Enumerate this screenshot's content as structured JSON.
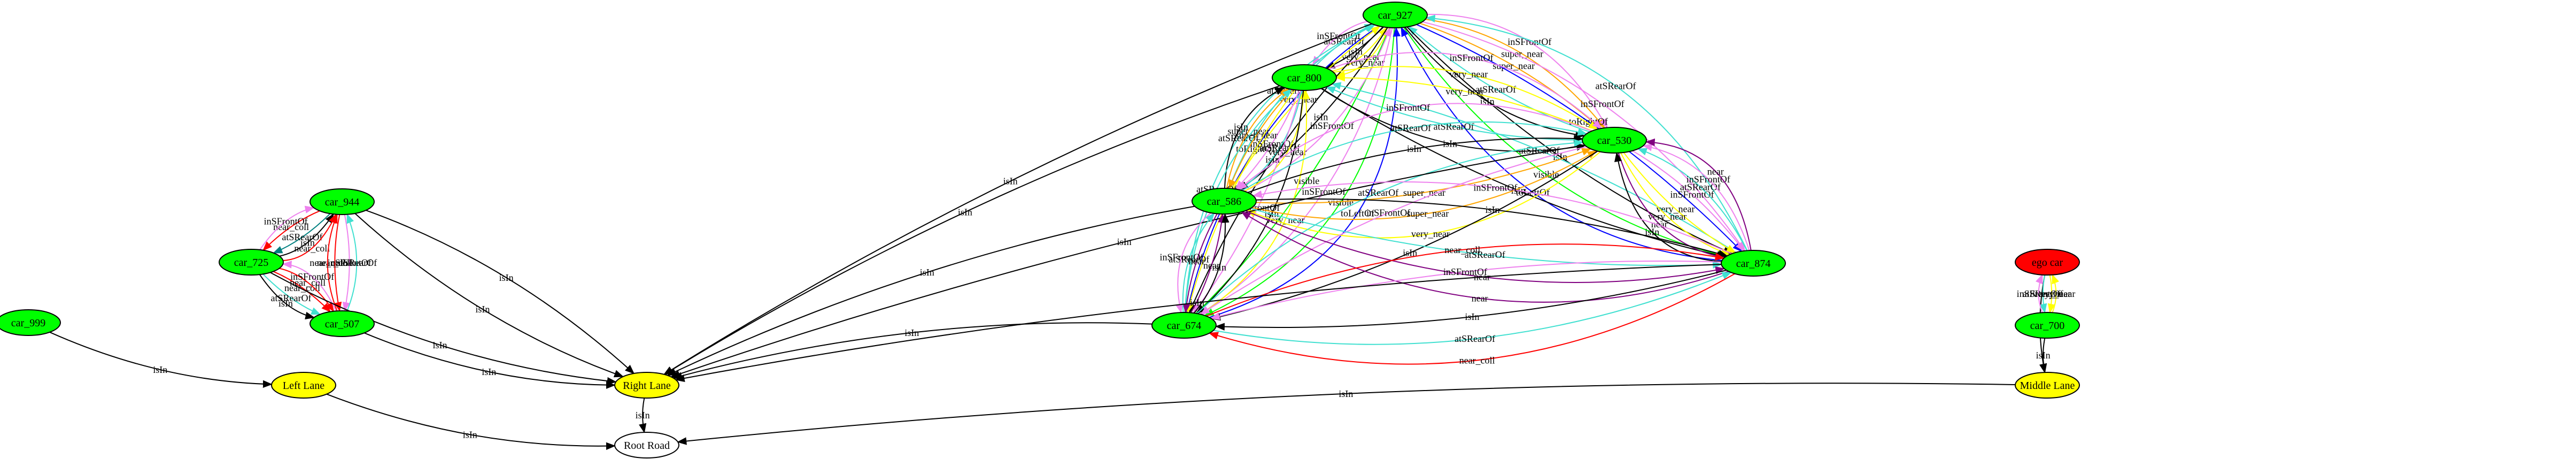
{
  "graph": {
    "nodes": [
      {
        "id": "car_927",
        "label": "car_927",
        "fill": "#00ff00"
      },
      {
        "id": "car_800",
        "label": "car_800",
        "fill": "#00ff00"
      },
      {
        "id": "car_530",
        "label": "car_530",
        "fill": "#00ff00"
      },
      {
        "id": "car_586",
        "label": "car_586",
        "fill": "#00ff00"
      },
      {
        "id": "car_944",
        "label": "car_944",
        "fill": "#00ff00"
      },
      {
        "id": "car_725",
        "label": "car_725",
        "fill": "#00ff00"
      },
      {
        "id": "car_874",
        "label": "car_874",
        "fill": "#00ff00"
      },
      {
        "id": "car_507",
        "label": "car_507",
        "fill": "#00ff00"
      },
      {
        "id": "car_674",
        "label": "car_674",
        "fill": "#00ff00"
      },
      {
        "id": "car_999",
        "label": "car_999",
        "fill": "#00ff00"
      },
      {
        "id": "car_700",
        "label": "car_700",
        "fill": "#00ff00"
      },
      {
        "id": "ego_car",
        "label": "ego car",
        "fill": "#ff0000"
      },
      {
        "id": "left_lane",
        "label": "Left Lane",
        "fill": "#ffff00"
      },
      {
        "id": "right_lane",
        "label": "Right Lane",
        "fill": "#ffff00"
      },
      {
        "id": "middle_lane",
        "label": "Middle Lane",
        "fill": "#ffff00"
      },
      {
        "id": "root_road",
        "label": "Root Road",
        "fill": "#ffffff"
      }
    ],
    "edges": [
      {
        "from": "car_927",
        "to": "car_800",
        "label": "isIn",
        "color": "#000000"
      },
      {
        "from": "car_800",
        "to": "car_927",
        "label": "atSRearOf",
        "color": "#40e0d0"
      },
      {
        "from": "car_800",
        "to": "car_927",
        "label": "very_near",
        "color": "#ffff00"
      },
      {
        "from": "car_927",
        "to": "car_800",
        "label": "inSFrontOf",
        "color": "#ee82ee"
      },
      {
        "from": "car_927",
        "to": "car_800",
        "label": "very_near",
        "color": "#ffff00"
      },
      {
        "from": "car_927",
        "to": "car_530",
        "label": "super_near",
        "color": "#ffa500"
      },
      {
        "from": "car_530",
        "to": "car_927",
        "label": "atSRearOf",
        "color": "#40e0d0"
      },
      {
        "from": "car_927",
        "to": "car_530",
        "label": "super_near",
        "color": "#ffa500"
      },
      {
        "from": "car_927",
        "to": "car_530",
        "label": "isIn",
        "color": "#000000"
      },
      {
        "from": "car_927",
        "to": "car_530",
        "label": "inSFrontOf",
        "color": "#ee82ee"
      },
      {
        "from": "car_927",
        "to": "car_874",
        "label": "toRightOf",
        "color": "#0000ff"
      },
      {
        "from": "car_927",
        "to": "car_874",
        "label": "isIn",
        "color": "#000000"
      },
      {
        "from": "car_927",
        "to": "car_874",
        "label": "inSFrontOf",
        "color": "#ee82ee"
      },
      {
        "from": "car_927",
        "to": "car_874",
        "label": "visible",
        "color": "#00ff00"
      },
      {
        "from": "car_874",
        "to": "car_927",
        "label": "atSRearOf",
        "color": "#40e0d0"
      },
      {
        "from": "car_874",
        "to": "car_927",
        "label": "toLeftOf",
        "color": "#0000ff"
      },
      {
        "from": "car_927",
        "to": "car_674",
        "label": "visible",
        "color": "#00ff00"
      },
      {
        "from": "car_927",
        "to": "car_674",
        "label": "isIn",
        "color": "#000000"
      },
      {
        "from": "car_927",
        "to": "car_674",
        "label": "inSFrontOf",
        "color": "#ee82ee"
      },
      {
        "from": "car_927",
        "to": "car_674",
        "label": "toRightOf",
        "color": "#0000ff"
      },
      {
        "from": "car_927",
        "to": "car_674",
        "label": "visible",
        "color": "#00ff00"
      },
      {
        "from": "car_674",
        "to": "car_927",
        "label": "atSRearOf",
        "color": "#40e0d0"
      },
      {
        "from": "car_674",
        "to": "car_927",
        "label": "toLeftOf",
        "color": "#0000ff"
      },
      {
        "from": "car_927",
        "to": "car_586",
        "label": "isIn",
        "color": "#000000"
      },
      {
        "from": "car_586",
        "to": "car_927",
        "label": "very_near",
        "color": "#ffff00"
      },
      {
        "from": "car_586",
        "to": "car_927",
        "label": "inSFrontOf",
        "color": "#ee82ee"
      },
      {
        "from": "car_586",
        "to": "car_927",
        "label": "atSRearOf",
        "color": "#40e0d0"
      },
      {
        "from": "car_927",
        "to": "right_lane",
        "label": "isIn",
        "color": "#000000"
      },
      {
        "from": "car_800",
        "to": "car_586",
        "label": "inSFrontOf",
        "color": "#ee82ee"
      },
      {
        "from": "car_800",
        "to": "car_586",
        "label": "super_near",
        "color": "#ffa500"
      },
      {
        "from": "car_586",
        "to": "car_800",
        "label": "atSRearOf",
        "color": "#40e0d0"
      },
      {
        "from": "car_586",
        "to": "car_800",
        "label": "super_near",
        "color": "#ffa500"
      },
      {
        "from": "car_586",
        "to": "car_800",
        "label": "very_near",
        "color": "#ffff00"
      },
      {
        "from": "car_586",
        "to": "car_800",
        "label": "isIn",
        "color": "#000000"
      },
      {
        "from": "car_530",
        "to": "car_800",
        "label": "very_near",
        "color": "#ffff00"
      },
      {
        "from": "car_530",
        "to": "car_800",
        "label": "atSRearOf",
        "color": "#40e0d0"
      },
      {
        "from": "car_800",
        "to": "car_530",
        "label": "very_near",
        "color": "#ffff00"
      },
      {
        "from": "car_800",
        "to": "car_530",
        "label": "isIn",
        "color": "#000000"
      },
      {
        "from": "car_800",
        "to": "car_530",
        "label": "inSFrontOf",
        "color": "#ee82ee"
      },
      {
        "from": "car_800",
        "to": "car_874",
        "label": "isIn",
        "color": "#000000"
      },
      {
        "from": "car_874",
        "to": "car_800",
        "label": "atSRearOf",
        "color": "#40e0d0"
      },
      {
        "from": "car_800",
        "to": "car_674",
        "label": "inSFrontOf",
        "color": "#ee82ee"
      },
      {
        "from": "car_800",
        "to": "car_674",
        "label": "very_near",
        "color": "#ffff00"
      },
      {
        "from": "car_800",
        "to": "car_674",
        "label": "isIn",
        "color": "#000000"
      },
      {
        "from": "car_674",
        "to": "car_800",
        "label": "atSRearOf",
        "color": "#40e0d0"
      },
      {
        "from": "car_674",
        "to": "car_800",
        "label": "very_near",
        "color": "#ffff00"
      },
      {
        "from": "car_800",
        "to": "right_lane",
        "label": "isIn",
        "color": "#000000"
      },
      {
        "from": "car_586",
        "to": "car_530",
        "label": "isIn",
        "color": "#000000"
      },
      {
        "from": "car_586",
        "to": "car_530",
        "label": "super_near",
        "color": "#ffa500"
      },
      {
        "from": "car_586",
        "to": "car_530",
        "label": "atSRearOf",
        "color": "#40e0d0"
      },
      {
        "from": "car_586",
        "to": "car_530",
        "label": "super_near",
        "color": "#ffa500"
      },
      {
        "from": "car_530",
        "to": "car_586",
        "label": "inSFrontOf",
        "color": "#ee82ee"
      },
      {
        "from": "car_530",
        "to": "car_586",
        "label": "very_near",
        "color": "#ffff00"
      },
      {
        "from": "car_530",
        "to": "car_874",
        "label": "very_near",
        "color": "#ffff00"
      },
      {
        "from": "car_530",
        "to": "car_874",
        "label": "inSFrontOf",
        "color": "#ee82ee"
      },
      {
        "from": "car_530",
        "to": "car_874",
        "label": "very_near",
        "color": "#ffff00"
      },
      {
        "from": "car_874",
        "to": "car_530",
        "label": "atSRearOf",
        "color": "#40e0d0"
      },
      {
        "from": "car_530",
        "to": "car_874",
        "label": "near",
        "color": "#800080"
      },
      {
        "from": "car_874",
        "to": "car_530",
        "label": "inSFrontOf",
        "color": "#ee82ee"
      },
      {
        "from": "car_874",
        "to": "car_530",
        "label": "isIn",
        "color": "#000000"
      },
      {
        "from": "car_874",
        "to": "car_530",
        "label": "near",
        "color": "#800080"
      },
      {
        "from": "car_530",
        "to": "car_674",
        "label": "inSFrontOf",
        "color": "#ee82ee"
      },
      {
        "from": "car_530",
        "to": "car_674",
        "label": "isIn",
        "color": "#000000"
      },
      {
        "from": "car_674",
        "to": "car_530",
        "label": "atSRearOf",
        "color": "#40e0d0"
      },
      {
        "from": "car_530",
        "to": "right_lane",
        "label": "isIn",
        "color": "#000000"
      },
      {
        "from": "car_586",
        "to": "car_874",
        "label": "atSRearOf",
        "color": "#40e0d0"
      },
      {
        "from": "car_586",
        "to": "car_874",
        "label": "isIn",
        "color": "#000000"
      },
      {
        "from": "car_586",
        "to": "car_874",
        "label": "near",
        "color": "#800080"
      },
      {
        "from": "car_874",
        "to": "car_586",
        "label": "inSFrontOf",
        "color": "#ee82ee"
      },
      {
        "from": "car_874",
        "to": "car_586",
        "label": "near",
        "color": "#800080"
      },
      {
        "from": "car_586",
        "to": "car_674",
        "label": "near",
        "color": "#800080"
      },
      {
        "from": "car_674",
        "to": "car_586",
        "label": "near",
        "color": "#800080"
      },
      {
        "from": "car_674",
        "to": "car_586",
        "label": "atSRearOf",
        "color": "#40e0d0"
      },
      {
        "from": "car_674",
        "to": "car_586",
        "label": "isIn",
        "color": "#000000"
      },
      {
        "from": "car_586",
        "to": "car_674",
        "label": "inSFrontOf",
        "color": "#ee82ee"
      },
      {
        "from": "car_586",
        "to": "right_lane",
        "label": "isIn",
        "color": "#000000"
      },
      {
        "from": "car_874",
        "to": "car_674",
        "label": "isIn",
        "color": "#000000"
      },
      {
        "from": "car_874",
        "to": "car_674",
        "label": "inSFrontOf",
        "color": "#ee82ee"
      },
      {
        "from": "car_674",
        "to": "car_874",
        "label": "atSRearOf",
        "color": "#40e0d0"
      },
      {
        "from": "car_674",
        "to": "car_874",
        "label": "near_coll",
        "color": "#ff0000"
      },
      {
        "from": "car_874",
        "to": "car_674",
        "label": "near_coll",
        "color": "#ff0000"
      },
      {
        "from": "car_874",
        "to": "right_lane",
        "label": "isIn",
        "color": "#000000"
      },
      {
        "from": "car_674",
        "to": "right_lane",
        "label": "isIn",
        "color": "#000000"
      },
      {
        "from": "car_944",
        "to": "car_725",
        "label": "atSRearOf",
        "color": "#008080"
      },
      {
        "from": "car_944",
        "to": "car_725",
        "label": "near_coll",
        "color": "#ff0000"
      },
      {
        "from": "car_725",
        "to": "car_944",
        "label": "isIn",
        "color": "#000000"
      },
      {
        "from": "car_725",
        "to": "car_944",
        "label": "inSFrontOf",
        "color": "#ee82ee"
      },
      {
        "from": "car_725",
        "to": "car_944",
        "label": "near_coll",
        "color": "#ff0000"
      },
      {
        "from": "car_944",
        "to": "car_507",
        "label": "inSFrontOf",
        "color": "#ee82ee"
      },
      {
        "from": "car_944",
        "to": "car_507",
        "label": "near_coll",
        "color": "#ff0000"
      },
      {
        "from": "car_507",
        "to": "car_944",
        "label": "atSRearOf",
        "color": "#40e0d0"
      },
      {
        "from": "car_507",
        "to": "car_944",
        "label": "near_coll",
        "color": "#ff0000"
      },
      {
        "from": "car_944",
        "to": "right_lane",
        "label": "isIn",
        "color": "#000000"
      },
      {
        "from": "car_944",
        "to": "right_lane",
        "label": "isIn",
        "color": "#000000"
      },
      {
        "from": "car_725",
        "to": "car_507",
        "label": "near_coll",
        "color": "#ff0000"
      },
      {
        "from": "car_725",
        "to": "car_507",
        "label": "atSRearOf",
        "color": "#40e0d0"
      },
      {
        "from": "car_725",
        "to": "car_507",
        "label": "near_coll",
        "color": "#ff0000"
      },
      {
        "from": "car_725",
        "to": "car_507",
        "label": "isIn",
        "color": "#000000"
      },
      {
        "from": "car_507",
        "to": "car_725",
        "label": "inSFrontOf",
        "color": "#ee82ee"
      },
      {
        "from": "car_725",
        "to": "right_lane",
        "label": "isIn",
        "color": "#000000"
      },
      {
        "from": "car_507",
        "to": "right_lane",
        "label": "isIn",
        "color": "#000000"
      },
      {
        "from": "car_999",
        "to": "left_lane",
        "label": "isIn",
        "color": "#000000"
      },
      {
        "from": "ego_car",
        "to": "middle_lane",
        "label": "isIn",
        "color": "#000000"
      },
      {
        "from": "ego_car",
        "to": "car_700",
        "label": "very_near",
        "color": "#ffff00"
      },
      {
        "from": "ego_car",
        "to": "car_700",
        "label": "atSRearOf",
        "color": "#40e0d0"
      },
      {
        "from": "car_700",
        "to": "ego_car",
        "label": "very_near",
        "color": "#ffff00"
      },
      {
        "from": "car_700",
        "to": "ego_car",
        "label": "inSFrontOf",
        "color": "#ee82ee"
      },
      {
        "from": "car_700",
        "to": "middle_lane",
        "label": "isIn",
        "color": "#000000"
      },
      {
        "from": "left_lane",
        "to": "root_road",
        "label": "isIn",
        "color": "#000000"
      },
      {
        "from": "right_lane",
        "to": "root_road",
        "label": "isIn",
        "color": "#000000"
      },
      {
        "from": "middle_lane",
        "to": "root_road",
        "label": "isIn",
        "color": "#000000"
      }
    ]
  }
}
